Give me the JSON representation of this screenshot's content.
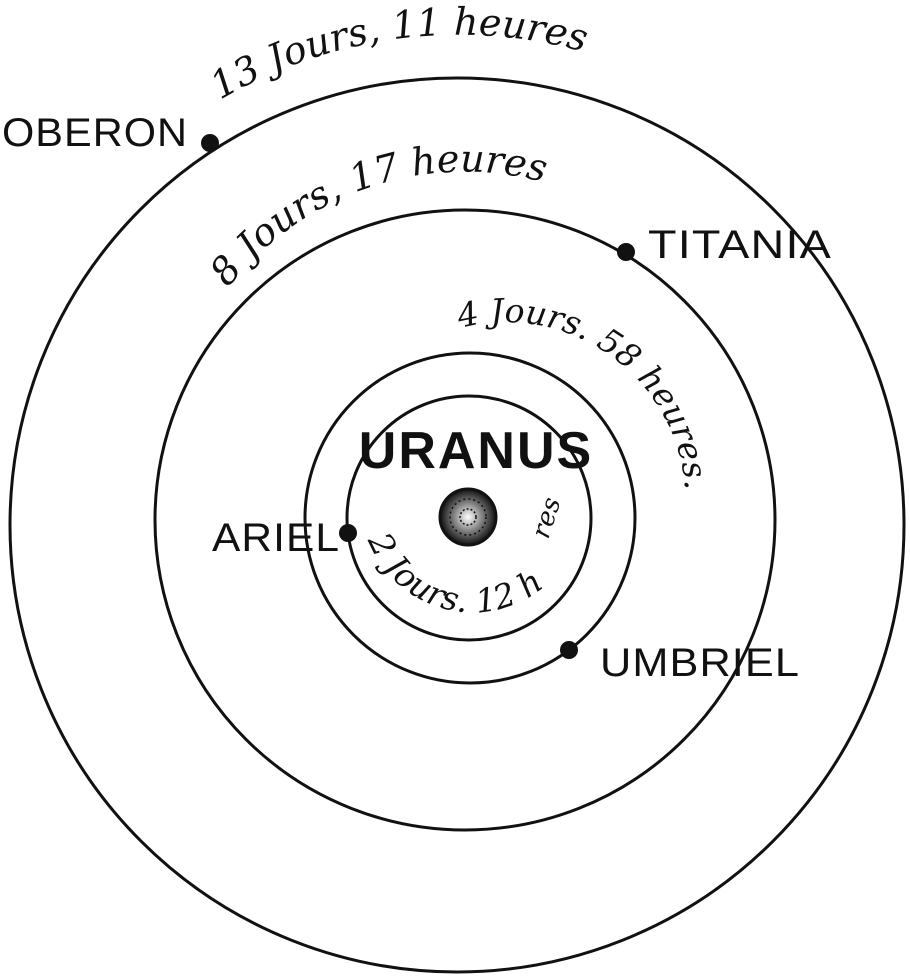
{
  "planet": {
    "name": "URANUS"
  },
  "moons": [
    {
      "name": "OBERON",
      "period": "13 Jours, 11 heures"
    },
    {
      "name": "TITANIA",
      "period": "8 Jours, 17 heures"
    },
    {
      "name": "UMBRIEL",
      "period": "4 Jours. 58 heures."
    },
    {
      "name": "ARIEL",
      "period_main": "2 Jours. 12 h.",
      "period_sup": "res"
    }
  ],
  "colors": {
    "ink": "#111111",
    "paper": "#ffffff"
  }
}
